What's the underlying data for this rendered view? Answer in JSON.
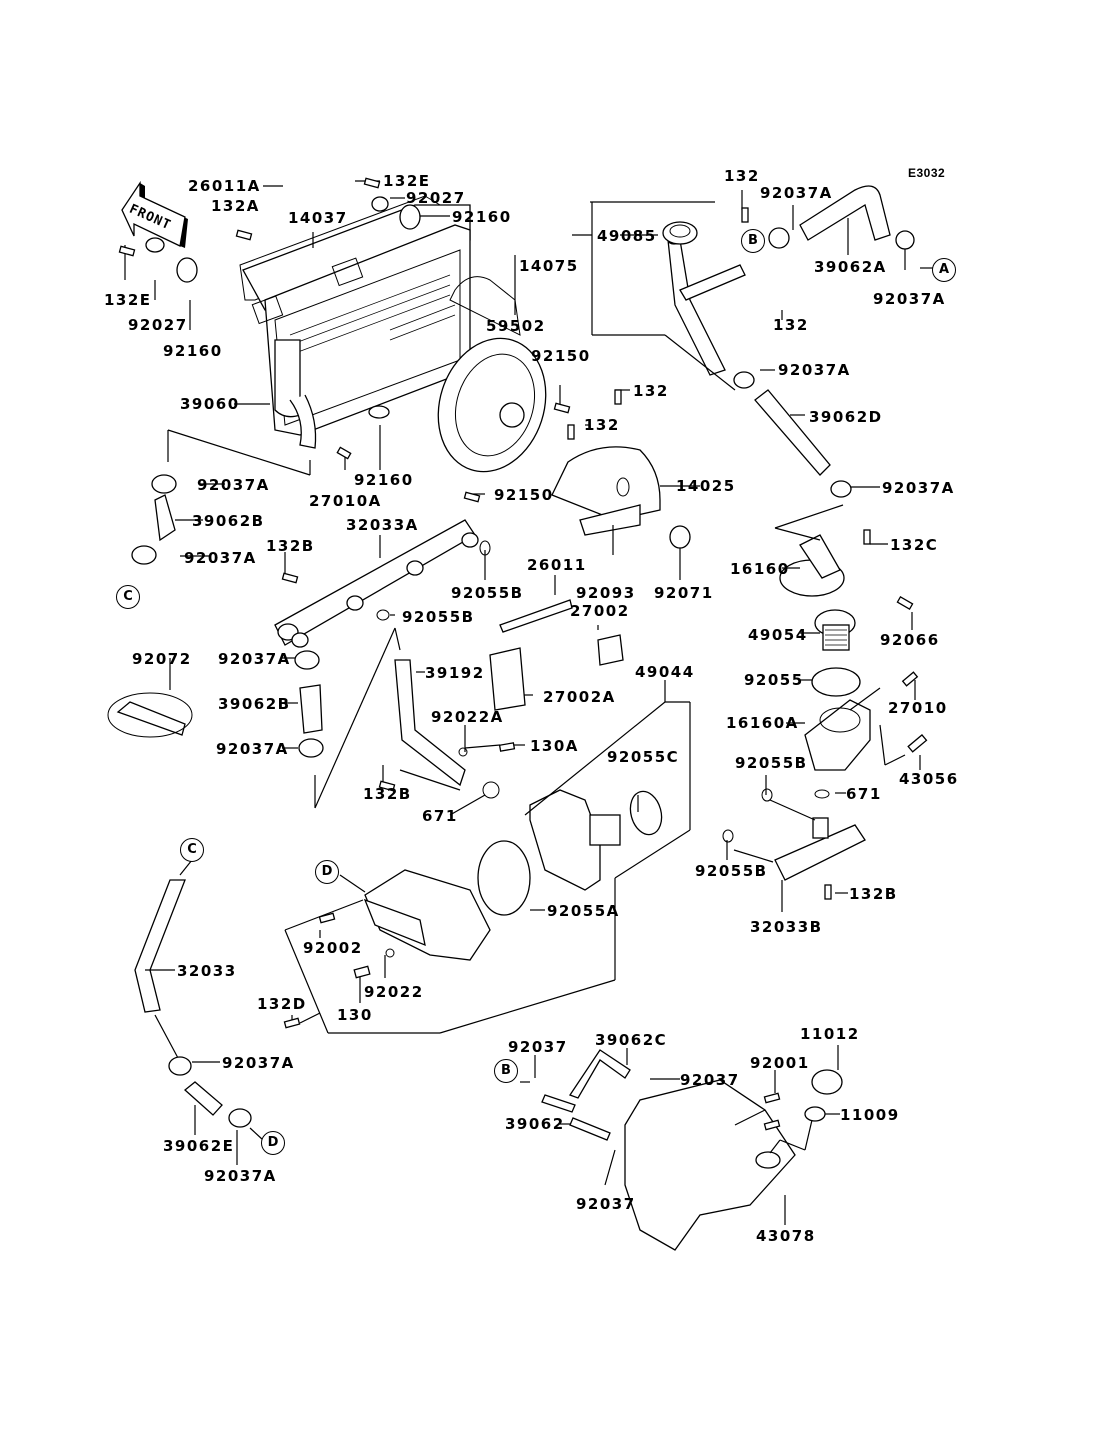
{
  "diagram": {
    "code": "E3032",
    "front_arrow": "FRONT",
    "ref_markers": [
      "A",
      "B",
      "C",
      "D",
      "B",
      "C",
      "D"
    ],
    "labels": {
      "l26011A": "26011A",
      "l132E_top": "132E",
      "l132A": "132A",
      "l92027_top": "92027",
      "l14037": "14037",
      "l92160_top": "92160",
      "l132E_left": "132E",
      "l92027_left": "92027",
      "l92160_left": "92160",
      "l59502": "59502",
      "l92150_a": "92150",
      "l39060": "39060",
      "l92160_mid": "92160",
      "l27010A": "27010A",
      "l92150_b": "92150",
      "l132_top": "132",
      "l92037A_top": "92037A",
      "l49085": "49085",
      "l14075": "14075",
      "l39062A": "39062A",
      "l92037A_right": "92037A",
      "l132_mid": "132",
      "l92037A_c": "92037A",
      "l39062D": "39062D",
      "l132_b1": "132",
      "l132_b2": "132",
      "l14025": "14025",
      "l92037A_d": "92037A",
      "l92037A_e": "92037A",
      "l39062B_a": "39062B",
      "l92037A_f": "92037A",
      "l32033A": "32033A",
      "l132B_a": "132B",
      "l92055B_a": "92055B",
      "l92093": "92093",
      "l92071": "92071",
      "l26011": "26011",
      "l27002": "27002",
      "l132C": "132C",
      "l16160": "16160",
      "l92066": "92066",
      "l49054": "49054",
      "l92055B_b": "92055B",
      "l92072": "92072",
      "l92037A_g": "92037A",
      "l39192": "39192",
      "l27002A": "27002A",
      "l49044": "49044",
      "l39062B_b": "39062B",
      "l92022A": "92022A",
      "l130A": "130A",
      "l92037A_h": "92037A",
      "l132B_b": "132B",
      "l671_a": "671",
      "l92055C": "92055C",
      "l92055": "92055",
      "l27010": "27010",
      "l16160A": "16160A",
      "l43056": "43056",
      "l92055B_c": "92055B",
      "l671_b": "671",
      "l92055B_d": "92055B",
      "l132B_c": "132B",
      "l32033B": "32033B",
      "l32033": "32033",
      "l92055A": "92055A",
      "l92002": "92002",
      "l92022": "92022",
      "l132D": "132D",
      "l130": "130",
      "l92037A_i": "92037A",
      "l39062E": "39062E",
      "l92037A_j": "92037A",
      "l92037_a": "92037",
      "l39062C": "39062C",
      "l92037_b": "92037",
      "l39062": "39062",
      "l92037_c": "92037",
      "l92001": "92001",
      "l11012": "11012",
      "l11009": "11009",
      "l43078": "43078"
    }
  }
}
